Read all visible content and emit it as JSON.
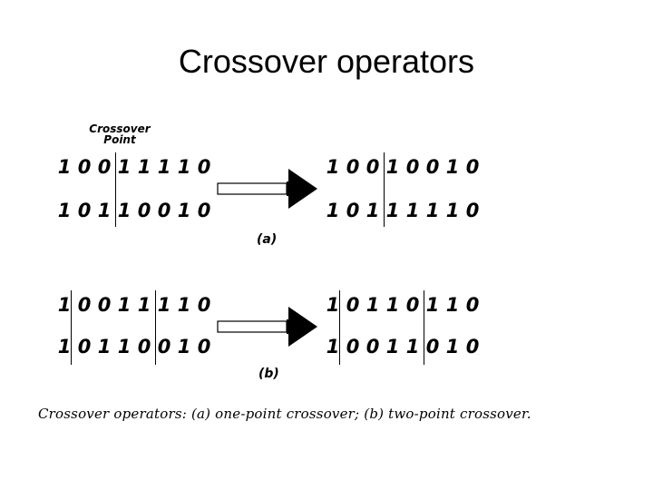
{
  "slide": {
    "title": "Crossover operators"
  },
  "figure": {
    "crossover_point_label": "Crossover Point",
    "panels": [
      {
        "label": "(a)",
        "type": "one-point",
        "parents": [
          "10011110",
          "10110010"
        ],
        "offspring": [
          "10010010",
          "10111110"
        ]
      },
      {
        "label": "(b)",
        "type": "two-point",
        "parents": [
          "10011110",
          "10110010"
        ],
        "offspring": [
          "10110110",
          "10011010"
        ]
      }
    ],
    "caption": "Crossover operators: (a) one-point crossover; (b) two-point crossover."
  }
}
